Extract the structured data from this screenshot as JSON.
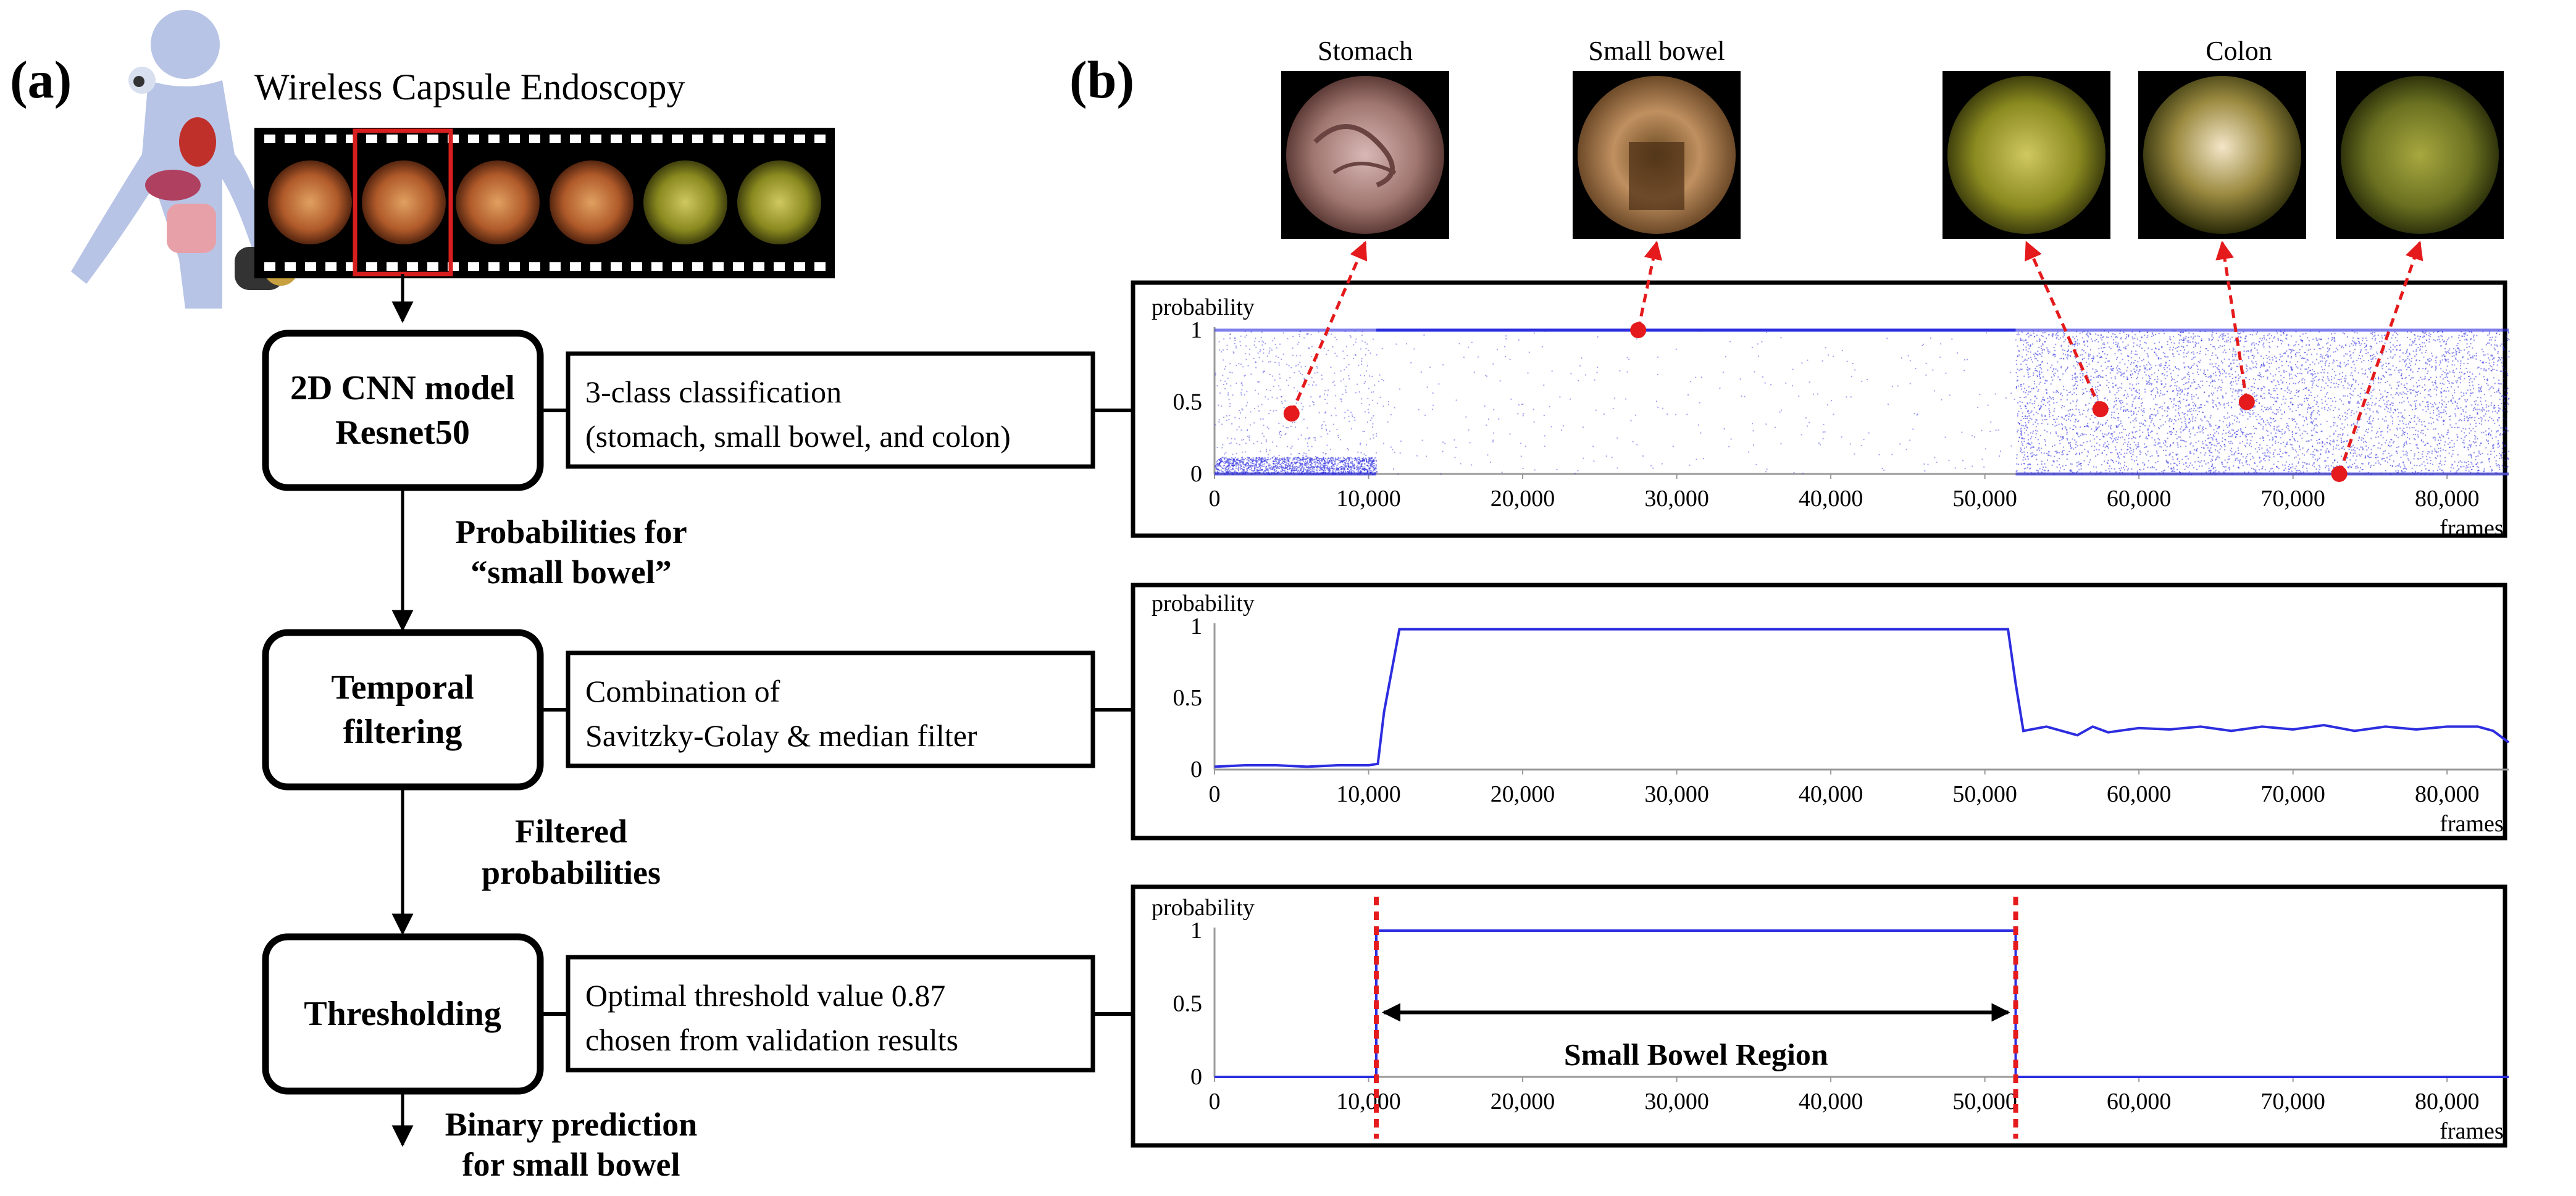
{
  "panel_a": {
    "label": "(a)",
    "title": "Wireless Capsule Endoscopy",
    "boxes": [
      {
        "main": [
          "2D CNN model",
          "Resnet50"
        ],
        "desc": [
          "3-class classification",
          "(stomach, small bowel, and colon)"
        ]
      },
      {
        "main": [
          "Temporal",
          "filtering"
        ],
        "desc": [
          "Combination of",
          "Savitzky-Golay  & median filter"
        ]
      },
      {
        "main": [
          "Thresholding"
        ],
        "desc": [
          "Optimal threshold value 0.87",
          "chosen from validation results"
        ]
      }
    ],
    "arrow_labels": [
      [
        "Probabilities for",
        "“small bowel”"
      ],
      [
        "Filtered",
        "probabilities"
      ],
      [
        "Binary prediction",
        "for small bowel"
      ]
    ]
  },
  "panel_b": {
    "label": "(b)",
    "image_labels": [
      "Stomach",
      "Small bowel",
      "Colon"
    ],
    "region_label": "Small Bowel Region"
  },
  "chart_data": [
    {
      "type": "scatter",
      "ylabel": "probability",
      "xlabel": "frames",
      "xlim": [
        0,
        84000
      ],
      "ylim": [
        0,
        1
      ],
      "xticks": [
        "0",
        "10,000",
        "20,000",
        "30,000",
        "40,000",
        "50,000",
        "60,000",
        "70,000",
        "80,000"
      ],
      "yticks": [
        "0",
        "0.5",
        "1"
      ],
      "regions": [
        {
          "name": "stomach",
          "x": [
            0,
            10500
          ],
          "dense_band": [
            0,
            0.12
          ],
          "sparse": [
            0.1,
            1
          ]
        },
        {
          "name": "small bowel",
          "x": [
            10500,
            52000
          ],
          "value": 1,
          "sparse": [
            0,
            1
          ]
        },
        {
          "name": "colon",
          "x": [
            52000,
            84000
          ],
          "dense_band": [
            0,
            1
          ]
        }
      ],
      "sample_points": [
        {
          "x": 5000,
          "y": 0.42
        },
        {
          "x": 27500,
          "y": 1.0
        },
        {
          "x": 57500,
          "y": 0.45
        },
        {
          "x": 67000,
          "y": 0.5
        },
        {
          "x": 73000,
          "y": 0.0
        }
      ],
      "color": "#2d2de0",
      "marker_color": "#e41a1c"
    },
    {
      "type": "line",
      "ylabel": "probability",
      "xlabel": "frames",
      "xlim": [
        0,
        84000
      ],
      "ylim": [
        0,
        1
      ],
      "xticks": [
        "0",
        "10,000",
        "20,000",
        "30,000",
        "40,000",
        "50,000",
        "60,000",
        "70,000",
        "80,000"
      ],
      "yticks": [
        "0",
        "0.5",
        "1"
      ],
      "x": [
        0,
        2000,
        4000,
        6000,
        8000,
        10000,
        10600,
        11000,
        12000,
        15000,
        20000,
        25000,
        30000,
        35000,
        40000,
        45000,
        50000,
        51500,
        52000,
        52500,
        54000,
        56000,
        57000,
        58000,
        60000,
        62000,
        64000,
        66000,
        68000,
        70000,
        72000,
        74000,
        76000,
        78000,
        80000,
        82000,
        83000,
        84000
      ],
      "y": [
        0.02,
        0.03,
        0.03,
        0.02,
        0.03,
        0.03,
        0.04,
        0.4,
        0.98,
        0.98,
        0.98,
        0.98,
        0.98,
        0.98,
        0.98,
        0.98,
        0.98,
        0.98,
        0.6,
        0.27,
        0.3,
        0.24,
        0.3,
        0.26,
        0.29,
        0.28,
        0.3,
        0.27,
        0.3,
        0.28,
        0.31,
        0.27,
        0.3,
        0.28,
        0.3,
        0.3,
        0.27,
        0.19
      ],
      "color": "#2d2de0"
    },
    {
      "type": "line",
      "ylabel": "probability",
      "xlabel": "frames",
      "xlim": [
        0,
        84000
      ],
      "ylim": [
        0,
        1
      ],
      "xticks": [
        "0",
        "10,000",
        "20,000",
        "30,000",
        "40,000",
        "50,000",
        "60,000",
        "70,000",
        "80,000"
      ],
      "yticks": [
        "0",
        "0.5",
        "1"
      ],
      "x": [
        0,
        10500,
        10500,
        52000,
        52000,
        84000
      ],
      "y": [
        0,
        0,
        1,
        1,
        0,
        0
      ],
      "threshold_boundaries": [
        10500,
        52000
      ],
      "color": "#2d2de0",
      "boundary_color": "#e41a1c"
    }
  ]
}
